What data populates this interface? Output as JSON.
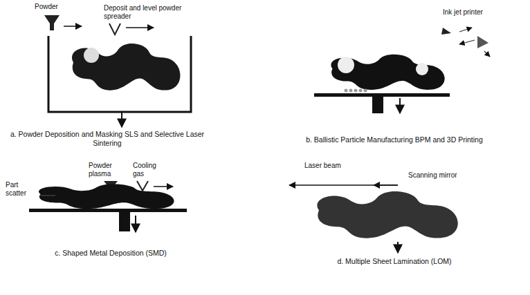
{
  "diagram": {
    "labels": [
      "Powder",
      "Deposit and level powder spreader",
      "a. Powder Deposition and Masking SLS and Selective Laser Sintering",
      "Ink jet printer",
      "b. Ballistic Particle Manufacturing BPM and 3D Printing",
      "Powder plasma",
      "Cooling gas",
      "Part scatter",
      "c. Shaped Metal Deposition (SMD)",
      "Laser beam",
      "Scanning mirror",
      "d. Multiple Sheet Lamination (LOM)"
    ]
  }
}
